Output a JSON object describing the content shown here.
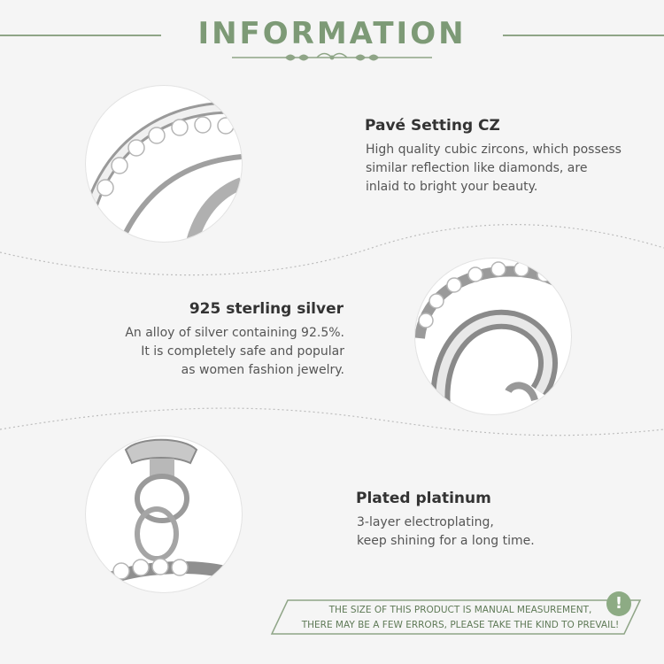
{
  "header": {
    "title": "INFORMATION"
  },
  "features": [
    {
      "title": "Pavé Setting CZ",
      "lines": [
        "High quality cubic zircons, which possess",
        "similar reflection like diamonds, are",
        "inlaid to bright your beauty."
      ]
    },
    {
      "title": "925 sterling silver",
      "lines": [
        "An alloy of silver containing 92.5%.",
        "It is completely safe and popular",
        "as women fashion jewelry."
      ]
    },
    {
      "title": "Plated platinum",
      "lines": [
        "3-layer electroplating,",
        "keep shining for a long time."
      ]
    }
  ],
  "notice": {
    "lines": [
      "THE SIZE OF THIS PRODUCT IS MANUAL MEASUREMENT,",
      "THERE MAY BE A FEW ERRORS, PLEASE TAKE THE KIND TO PREVAIL!"
    ],
    "badge": "!"
  },
  "colors": {
    "accent": "#7d9a76",
    "text": "#333333",
    "muted": "#555555",
    "background": "#f5f5f5"
  }
}
